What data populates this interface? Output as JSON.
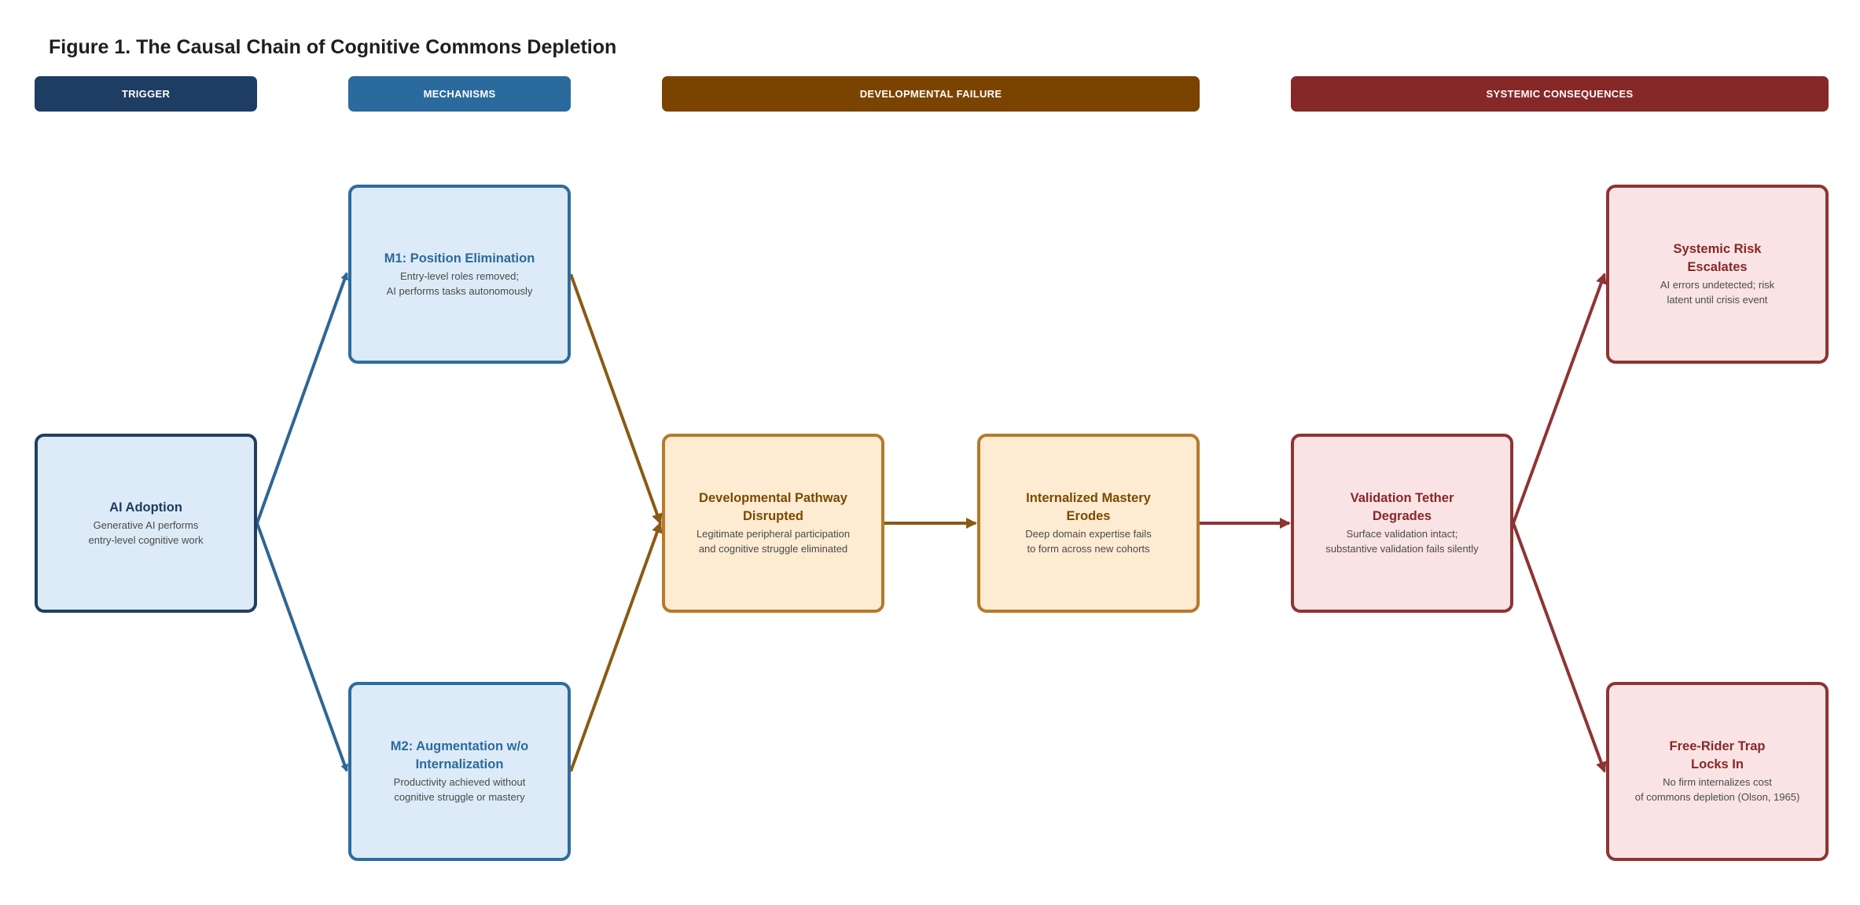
{
  "figure_title": "Figure 1. The Causal Chain of Cognitive Commons Depletion",
  "headers": {
    "trigger": "TRIGGER",
    "mechanisms": "MECHANISMS",
    "developmental_failure": "DEVELOPMENTAL FAILURE",
    "systemic_consequences": "SYSTEMIC CONSEQUENCES"
  },
  "nodes": {
    "ai_adoption": {
      "title": [
        "AI Adoption"
      ],
      "desc": [
        "Generative AI performs",
        "entry-level cognitive work"
      ]
    },
    "m1": {
      "title": [
        "M1: Position Elimination"
      ],
      "desc": [
        "Entry-level roles removed;",
        "AI performs tasks autonomously"
      ]
    },
    "m2": {
      "title": [
        "M2: Augmentation w/o",
        "Internalization"
      ],
      "desc": [
        "Productivity achieved without",
        "cognitive struggle or mastery"
      ]
    },
    "dev_pathway": {
      "title": [
        "Developmental Pathway",
        "Disrupted"
      ],
      "desc": [
        "Legitimate peripheral participation",
        "and cognitive struggle eliminated"
      ]
    },
    "mastery": {
      "title": [
        "Internalized Mastery",
        "Erodes"
      ],
      "desc": [
        "Deep domain expertise fails",
        "to form across new cohorts"
      ]
    },
    "validation": {
      "title": [
        "Validation Tether",
        "Degrades"
      ],
      "desc": [
        "Surface validation intact;",
        "substantive validation fails silently"
      ]
    },
    "systemic_risk": {
      "title": [
        "Systemic Risk",
        "Escalates"
      ],
      "desc": [
        "AI errors undetected; risk",
        "latent until crisis event"
      ]
    },
    "free_rider": {
      "title": [
        "Free-Rider Trap",
        "Locks In"
      ],
      "desc": [
        "No firm internalizes cost",
        "of commons depletion (Olson, 1965)"
      ]
    }
  },
  "colors": {
    "trigger": "#1e3d63",
    "mechanisms": "#2b6a9c",
    "developmental_failure": "#7a4400",
    "systemic_consequences": "#862828",
    "arrow_blue": "#2e6694",
    "arrow_brown": "#8a5a14",
    "arrow_red": "#8e3434"
  },
  "edges": [
    {
      "from": "ai_adoption",
      "to": "m1"
    },
    {
      "from": "ai_adoption",
      "to": "m2"
    },
    {
      "from": "m1",
      "to": "dev_pathway"
    },
    {
      "from": "m2",
      "to": "dev_pathway"
    },
    {
      "from": "dev_pathway",
      "to": "mastery"
    },
    {
      "from": "mastery",
      "to": "validation"
    },
    {
      "from": "validation",
      "to": "systemic_risk"
    },
    {
      "from": "validation",
      "to": "free_rider"
    }
  ]
}
